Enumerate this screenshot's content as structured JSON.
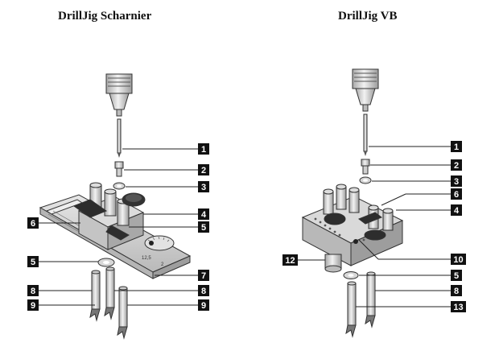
{
  "titles": {
    "left": "DrillJig Scharnier",
    "right": "DrillJig VB"
  },
  "colors": {
    "label_bg": "#111111",
    "label_fg": "#ffffff",
    "metal_light": "#d8d8d8",
    "metal_mid": "#bdbdbd",
    "metal_dark": "#8e8e8e"
  },
  "left_labels": [
    "1",
    "2",
    "3",
    "4",
    "5",
    "6",
    "5",
    "7",
    "8",
    "8",
    "9",
    "9"
  ],
  "right_labels": [
    "1",
    "2",
    "3",
    "6",
    "4",
    "12",
    "10",
    "5",
    "8",
    "13"
  ],
  "scale_marks": {
    "a": "12,5",
    "b": "2"
  }
}
